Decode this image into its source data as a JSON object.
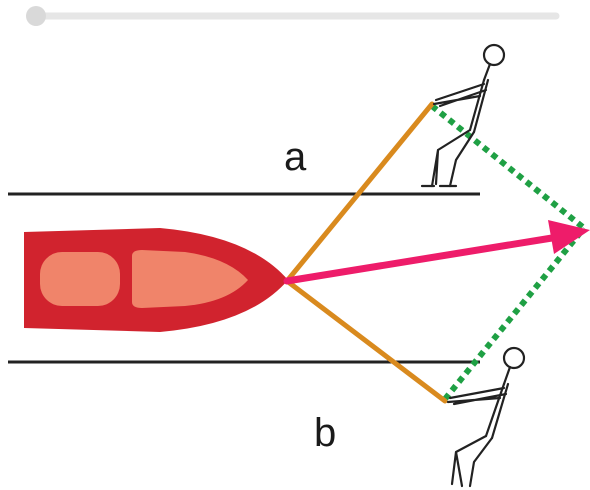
{
  "slider": {
    "track_color": "#e6e6e6",
    "thumb_color": "#d9d9d9"
  },
  "labels": {
    "rope_a": "a",
    "rope_b": "b"
  },
  "colors": {
    "boat_hull": "#d1232e",
    "boat_deck": "#f0846a",
    "rope": "#d98a1e",
    "resultant_force": "#ee1c6a",
    "parallelogram": "#1fa044",
    "bank_lines": "#222222",
    "figures": "#222222"
  },
  "elements": {
    "boat": "boat",
    "person_top": "person-pulling-rope-a",
    "person_bottom": "person-pulling-rope-b",
    "resultant": "resultant-force-arrow",
    "parallelogram": "force-parallelogram"
  }
}
